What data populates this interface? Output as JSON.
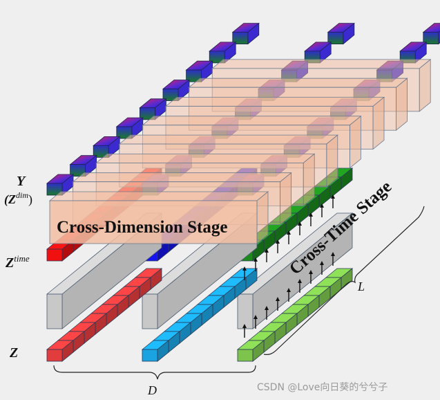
{
  "labels": {
    "y": "Y",
    "z_dim_open": "(Z",
    "z_dim_sup": "dim",
    "z_dim_close": ")",
    "z_time": "Z",
    "z_time_sup": "time",
    "z": "Z",
    "d": "D",
    "l": "L",
    "cross_dimension_stage": "Cross-Dimension Stage",
    "cross_time_stage": "Cross-Time Stage",
    "watermark": "CSDN @Love向日葵的兮兮子"
  },
  "colors": {
    "z_red": "#e23c3c",
    "z_blue": "#1aa3e0",
    "z_green": "#7cc44c",
    "z_time_red": "#f01010",
    "z_time_blue": "#1414f0",
    "z_time_green": "#1c8a1c",
    "y_top": "#d2264e",
    "y_bottom": "#2a2ad8",
    "y_front": "#1d6f3a",
    "gray_bar": "#c8c8c8",
    "peach": "#f2bea2"
  }
}
